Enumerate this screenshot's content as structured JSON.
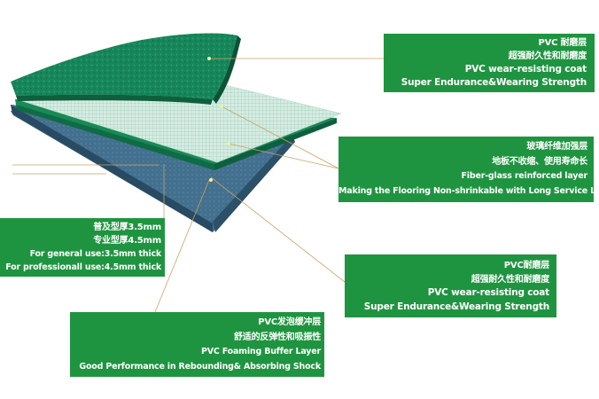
{
  "colors": {
    "label_bg": "#1f9440",
    "wear_layer": "#17865a",
    "fiberglass": "#c8e6da",
    "foam_layer": "#3f6d8b",
    "leader_line": "#c8a266"
  },
  "callouts": {
    "wear_top": {
      "lines": [
        "PVC 耐磨层",
        "超强耐久性和耐磨度",
        "PVC wear-resisting coat",
        "Super Endurance&Wearing Strength"
      ]
    },
    "fiberglass": {
      "lines": [
        "玻璃纤维加强层",
        "地板不收缩、使用寿命长",
        "Fiber-glass reinforced layer",
        "Making the Flooring Non-shrinkable with Long Service Life"
      ]
    },
    "thickness": {
      "lines": [
        "普及型厚3.5mm",
        "专业型厚4.5mm",
        "For general use:3.5mm thick",
        "For professionall use:4.5mm thick"
      ]
    },
    "wear_bottom": {
      "lines": [
        "PVC耐磨层",
        "超强耐久性和耐磨度",
        "PVC wear-resisting coat",
        "Super Endurance&Wearing Strength"
      ]
    },
    "foam": {
      "lines": [
        "PVC发泡缓冲层",
        "舒适的反弹性和吸振性",
        "PVC Foaming Buffer Layer",
        "Good Performance in Rebounding& Absorbing Shock"
      ]
    }
  }
}
